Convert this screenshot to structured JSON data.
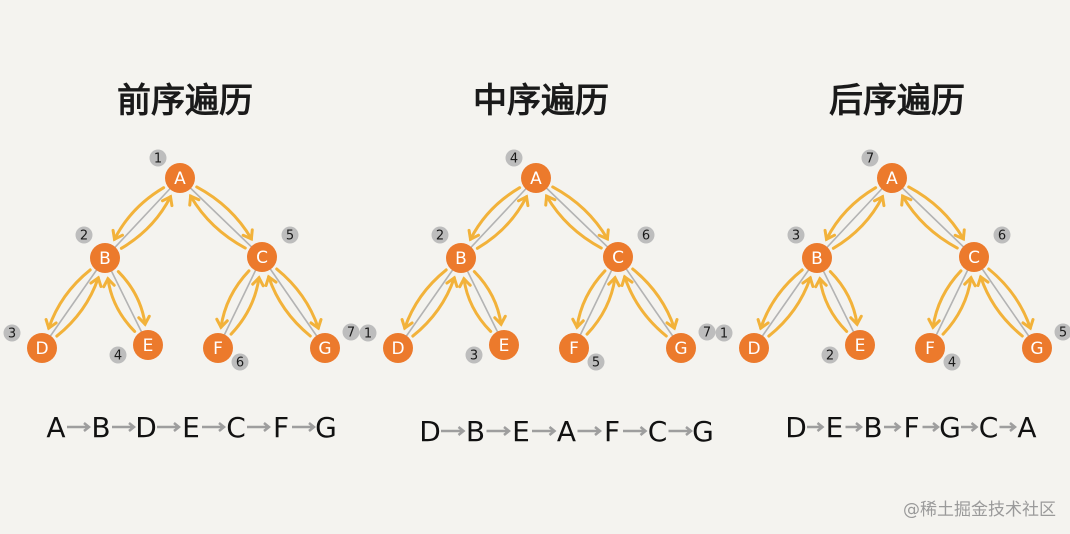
{
  "panels": [
    {
      "title": "前序遍历",
      "nodes": [
        {
          "id": "A",
          "order": "1"
        },
        {
          "id": "B",
          "order": "2"
        },
        {
          "id": "C",
          "order": "5"
        },
        {
          "id": "D",
          "order": "3"
        },
        {
          "id": "E",
          "order": "4"
        },
        {
          "id": "F",
          "order": "6"
        },
        {
          "id": "G",
          "order": "7"
        }
      ],
      "sequence": [
        "A",
        "B",
        "D",
        "E",
        "C",
        "F",
        "G"
      ]
    },
    {
      "title": "中序遍历",
      "nodes": [
        {
          "id": "A",
          "order": "4"
        },
        {
          "id": "B",
          "order": "2"
        },
        {
          "id": "C",
          "order": "6"
        },
        {
          "id": "D",
          "order": "1"
        },
        {
          "id": "E",
          "order": "3"
        },
        {
          "id": "F",
          "order": "5"
        },
        {
          "id": "G",
          "order": "7"
        }
      ],
      "sequence": [
        "D",
        "B",
        "E",
        "A",
        "F",
        "C",
        "G"
      ]
    },
    {
      "title": "后序遍历",
      "nodes": [
        {
          "id": "A",
          "order": "7"
        },
        {
          "id": "B",
          "order": "3"
        },
        {
          "id": "C",
          "order": "6"
        },
        {
          "id": "D",
          "order": "1"
        },
        {
          "id": "E",
          "order": "2"
        },
        {
          "id": "F",
          "order": "4"
        },
        {
          "id": "G",
          "order": "5"
        }
      ],
      "sequence": [
        "D",
        "E",
        "B",
        "F",
        "G",
        "C",
        "A"
      ]
    }
  ],
  "watermark": "@稀土掘金技术社区",
  "colors": {
    "background": "#f4f3ef",
    "node_fill": "#ec7a2c",
    "traversal_path": "#f2b23a",
    "edge": "#b3b3b3",
    "badge": "#bdbdbd"
  }
}
